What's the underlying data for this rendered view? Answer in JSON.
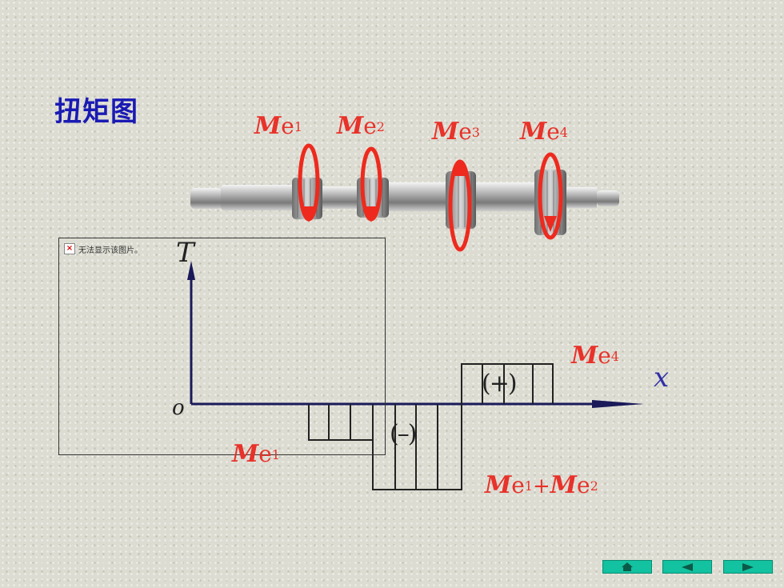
{
  "slide": {
    "title": "扭矩图"
  },
  "top_labels": [
    {
      "m": "M",
      "e": "e",
      "sub": "1"
    },
    {
      "m": "M",
      "e": "e",
      "sub": "2"
    },
    {
      "m": "M",
      "e": "e",
      "sub": "3"
    },
    {
      "m": "M",
      "e": "e",
      "sub": "4"
    }
  ],
  "placeholder": {
    "icon": "×",
    "text": "无法显示该图片。"
  },
  "diagram": {
    "y_axis_label": "T",
    "x_axis_label": "x",
    "origin_label": "o",
    "positive_sign": "(+)",
    "negative_sign": "(–)",
    "label_me4": {
      "m": "M",
      "e": "e",
      "sub": "4"
    },
    "label_me1": {
      "m": "M",
      "e": "e",
      "sub": "1"
    },
    "label_sum": {
      "m1": "M",
      "e1": "e",
      "sub1": "1",
      "plus": "+",
      "m2": "M",
      "e2": "e",
      "sub2": "2"
    }
  },
  "nav": {
    "home_icon": "home-icon",
    "prev_icon": "triangle-left-icon",
    "next_icon": "triangle-right-icon"
  },
  "colors": {
    "title": "#1a1ab4",
    "moment_label": "#e8322a",
    "axis": "#1a1a5a",
    "nav_button": "#12c2a0"
  }
}
